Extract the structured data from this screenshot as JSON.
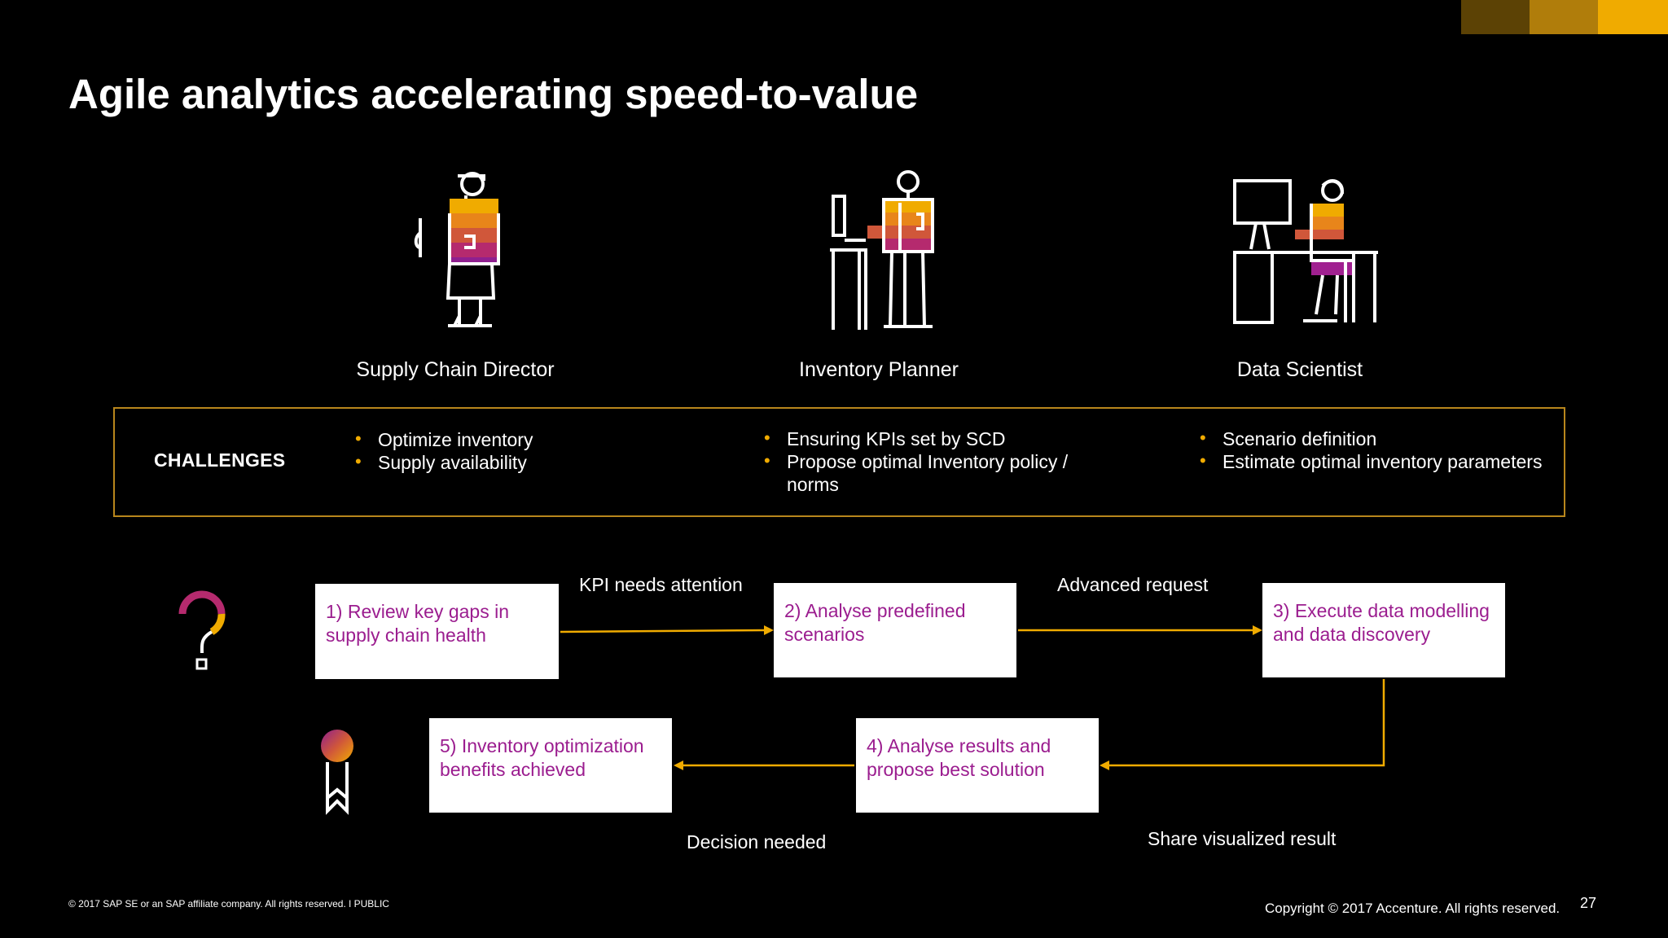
{
  "brand_colors": {
    "corner_dark": "#5c4205",
    "corner_mid": "#b07d0b",
    "corner_light": "#f0ab00",
    "accent_gold": "#f0ab00",
    "box_border": "#b8861c",
    "step_text": "#9b1d8f"
  },
  "title": "Agile analytics accelerating speed-to-value",
  "personas": [
    {
      "label": "Supply Chain Director",
      "icon": "supply-chain-director-icon"
    },
    {
      "label": "Inventory Planner",
      "icon": "inventory-planner-icon"
    },
    {
      "label": "Data Scientist",
      "icon": "data-scientist-icon"
    }
  ],
  "challenges": {
    "label": "CHALLENGES",
    "columns": [
      [
        "Optimize inventory",
        "Supply availability"
      ],
      [
        "Ensuring KPIs set by SCD",
        "Propose optimal Inventory policy / norms"
      ],
      [
        "Scenario definition",
        "Estimate optimal inventory parameters"
      ]
    ]
  },
  "flow": {
    "steps": [
      "1) Review key gaps in supply chain health",
      "2) Analyse predefined scenarios",
      "3) Execute data modelling and data discovery",
      "4) Analyse results and propose best solution",
      "5) Inventory optimization benefits achieved"
    ],
    "labels": {
      "kpi": "KPI needs attention",
      "advanced": "Advanced request",
      "share": "Share visualized result",
      "decision": "Decision needed"
    },
    "icons": {
      "question": "question-mark-icon",
      "award": "award-ribbon-icon"
    }
  },
  "footer": {
    "left": "© 2017 SAP SE or an SAP affiliate company. All rights reserved.  ǀ  PUBLIC",
    "right": "Copyright © 2017 Accenture. All rights reserved.",
    "page_number": "27"
  }
}
